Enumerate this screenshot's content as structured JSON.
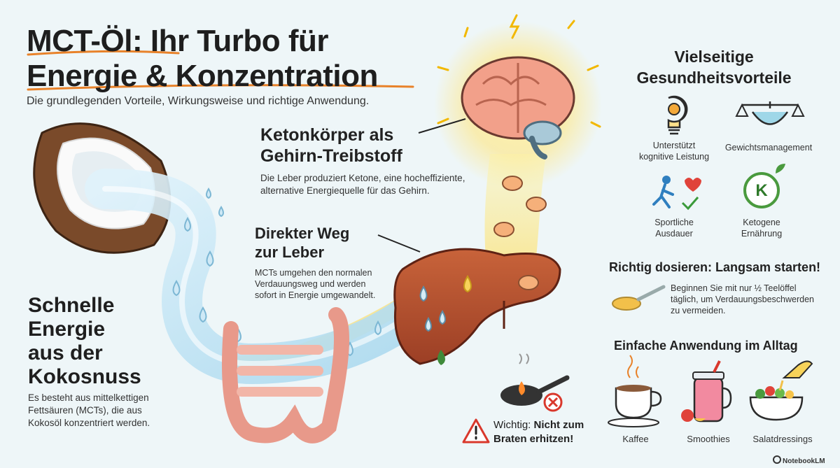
{
  "header": {
    "title_line1": "MCT-Öl: Ihr Turbo für",
    "title_line2": "Energie & Konzentration",
    "subtitle": "Die grundlegenden Vorteile, Wirkungsweise und richtige Anwendung."
  },
  "ketone": {
    "heading_line1": "Ketonkörper als",
    "heading_line2": "Gehirn-Treibstoff",
    "body_line1": "Die Leber produziert Ketone, eine hocheffiziente,",
    "body_line2": "alternative Energiequelle für das Gehirn."
  },
  "liver": {
    "heading_line1": "Direkter Weg",
    "heading_line2": "zur Leber",
    "body_line1": "MCTs umgehen den normalen",
    "body_line2": "Verdauungsweg und werden",
    "body_line3": "sofort in Energie umgewandelt."
  },
  "coconut": {
    "heading_line1": "Schnelle",
    "heading_line2": "Energie",
    "heading_line3": "aus der",
    "heading_line4": "Kokosnuss",
    "body_line1": "Es besteht aus mittelkettigen",
    "body_line2": "Fettsäuren (MCTs), die aus",
    "body_line3": "Kokosöl konzentriert werden."
  },
  "benefits": {
    "title_line1": "Vielseitige",
    "title_line2": "Gesundheitsvorteile",
    "items": [
      {
        "icon": "lightbulb-gear-icon",
        "line1": "Unterstützt",
        "line2": "kognitive Leistung"
      },
      {
        "icon": "scale-waist-icon",
        "line1": "Gewichtsmanagement",
        "line2": ""
      },
      {
        "icon": "runner-heart-icon",
        "line1": "Sportliche",
        "line2": "Ausdauer"
      },
      {
        "icon": "keto-k-leaf-icon",
        "line1": "Ketogene",
        "line2": "Ernährung"
      }
    ]
  },
  "dosing": {
    "heading": "Richtig dosieren: Langsam starten!",
    "body_line1": "Beginnen Sie mit nur ½ Teelöffel",
    "body_line2": "täglich, um Verdauungsbeschwerden",
    "body_line3": "zu vermeiden."
  },
  "usage": {
    "heading": "Einfache Anwendung im Alltag",
    "items": [
      {
        "icon": "coffee-cup-icon",
        "label": "Kaffee"
      },
      {
        "icon": "smoothie-jar-icon",
        "label": "Smoothies"
      },
      {
        "icon": "salad-bowl-icon",
        "label": "Salatdressings"
      }
    ]
  },
  "warning": {
    "prefix": "Wichtig:",
    "emphasis_line1": "Nicht zum",
    "emphasis_line2": "Braten erhitzen!"
  },
  "footer": {
    "brand": "NotebookLM"
  },
  "colors": {
    "background": "#eef6f8",
    "accent_orange": "#e8822a",
    "liver": "#b65030",
    "coconut_brown": "#7a4a2a",
    "oil_blue": "#bfe2f2",
    "glow_yellow": "#ffd84a",
    "brain_pink": "#f2a08a",
    "keto_green": "#4a9a3e",
    "warning_red": "#d9382c"
  }
}
